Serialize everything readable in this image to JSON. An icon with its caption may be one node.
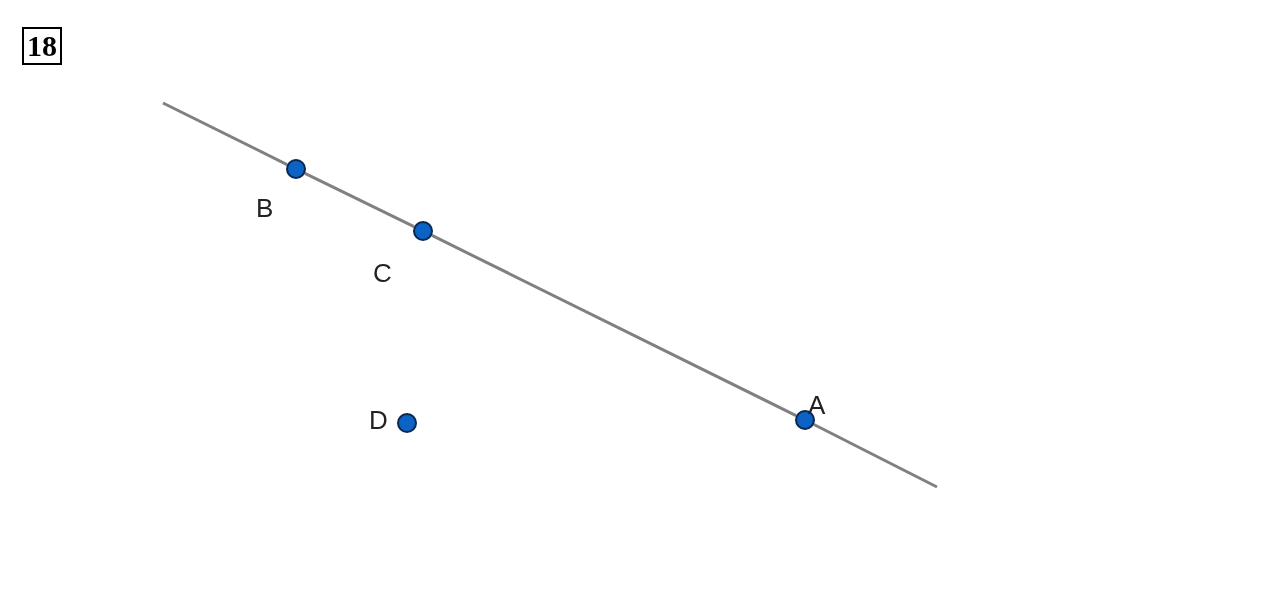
{
  "diagram": {
    "nodes": [
      {
        "text": [
          "18"
        ]
      },
      {
        "text": [],
        "shape": "circle",
        "beside": [
          "B"
        ]
      },
      {
        "text": [],
        "shape": "circle",
        "beside": [
          "C"
        ]
      },
      {
        "text": [],
        "shape": "circle",
        "beside": [
          "A"
        ]
      },
      {
        "text": [],
        "shape": "circle",
        "beside": [
          "D"
        ]
      }
    ],
    "edges": [
      {
        "from": null,
        "to": 1,
        "arrow": "none"
      },
      {
        "from": 1,
        "to": 2,
        "arrow": "none"
      },
      {
        "from": 2,
        "to": 3,
        "arrow": "none"
      },
      {
        "from": 3,
        "to": null,
        "arrow": "none"
      }
    ]
  }
}
